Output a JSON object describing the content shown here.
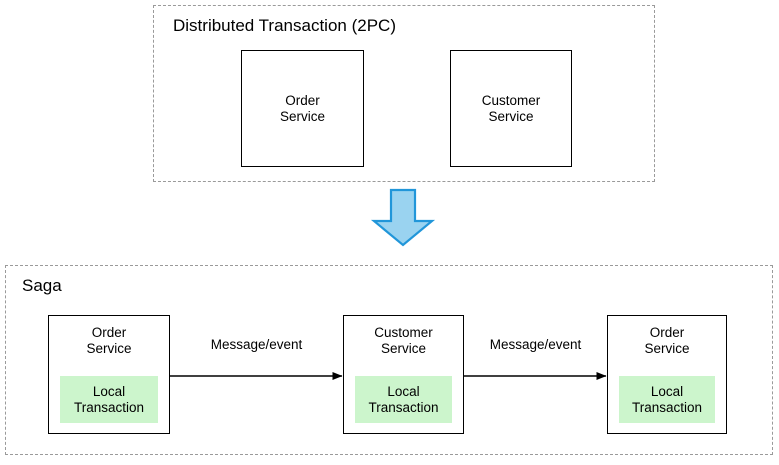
{
  "diagram": {
    "title_semantic": "distributed-transaction-vs-saga",
    "groups": [
      {
        "id": "2pc",
        "label": "Distributed Transaction (2PC)",
        "boxes": [
          {
            "name": "Order\nService"
          },
          {
            "name": "Customer\nService"
          }
        ]
      },
      {
        "id": "saga",
        "label": "Saga",
        "boxes": [
          {
            "name": "Order\nService",
            "inner": "Local\nTransaction"
          },
          {
            "name": "Customer\nService",
            "inner": "Local\nTransaction"
          },
          {
            "name": "Order\nService",
            "inner": "Local\nTransaction"
          }
        ],
        "connectors": [
          {
            "label": "Message/event"
          },
          {
            "label": "Message/event"
          }
        ]
      }
    ],
    "transition_arrow": {
      "direction": "down",
      "icon": "down-arrow-icon"
    },
    "colors": {
      "box_border": "#000000",
      "group_border": "#9a9a9a",
      "local_transaction_fill": "#ccf5cc",
      "arrow_fill": "#9ad3f0",
      "arrow_stroke": "#2196d9",
      "background": "#ffffff",
      "text": "#000000"
    }
  }
}
